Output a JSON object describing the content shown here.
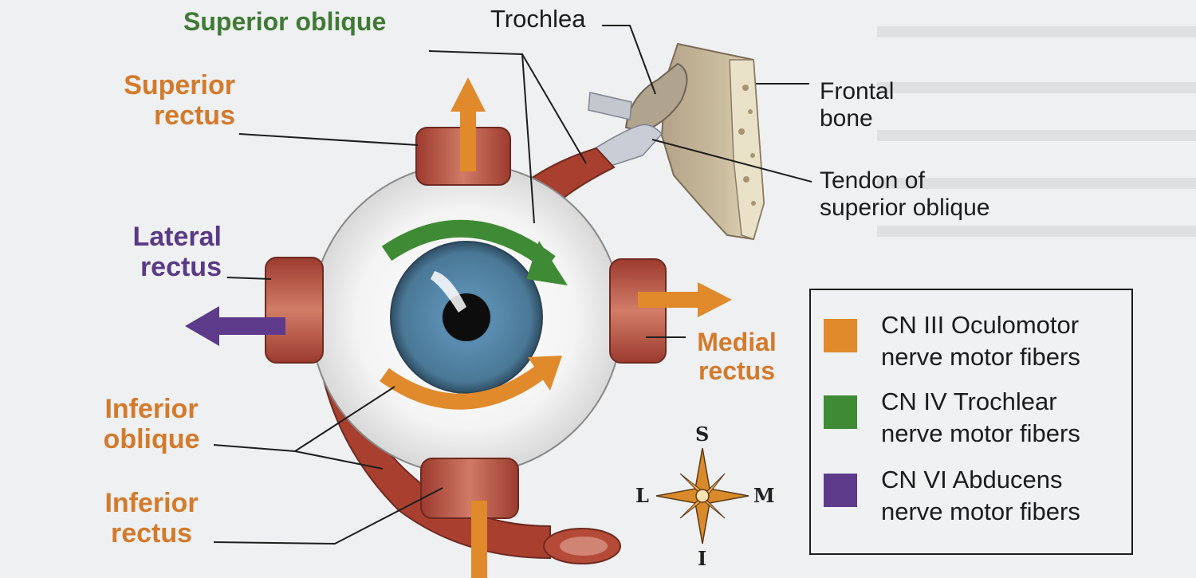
{
  "labels": {
    "superior_oblique": "Superior oblique",
    "trochlea": "Trochlea",
    "superior_rectus": [
      "Superior",
      "rectus"
    ],
    "frontal_bone": [
      "Frontal",
      "bone"
    ],
    "tendon": [
      "Tendon of",
      "superior oblique"
    ],
    "lateral_rectus": [
      "Lateral",
      "rectus"
    ],
    "medial_rectus": [
      "Medial",
      "rectus"
    ],
    "inferior_oblique": [
      "Inferior",
      "oblique"
    ],
    "inferior_rectus": [
      "Inferior",
      "rectus"
    ]
  },
  "legend": [
    {
      "lines": [
        "CN III Oculomotor",
        "nerve motor fibers"
      ],
      "color": "#e08a2c"
    },
    {
      "lines": [
        "CN IV Trochlear",
        "nerve motor fibers"
      ],
      "color": "#3f8a34"
    },
    {
      "lines": [
        "CN VI Abducens",
        "nerve motor fibers"
      ],
      "color": "#5e3a8a"
    }
  ],
  "compass": {
    "s": "S",
    "i": "I",
    "l": "L",
    "m": "M"
  },
  "colors": {
    "oculomotor": "#e08a2c",
    "trochlear": "#3f8a34",
    "abducens": "#5e3a8a",
    "muscle": "#b8483a",
    "iris": "#4f7c9c"
  }
}
